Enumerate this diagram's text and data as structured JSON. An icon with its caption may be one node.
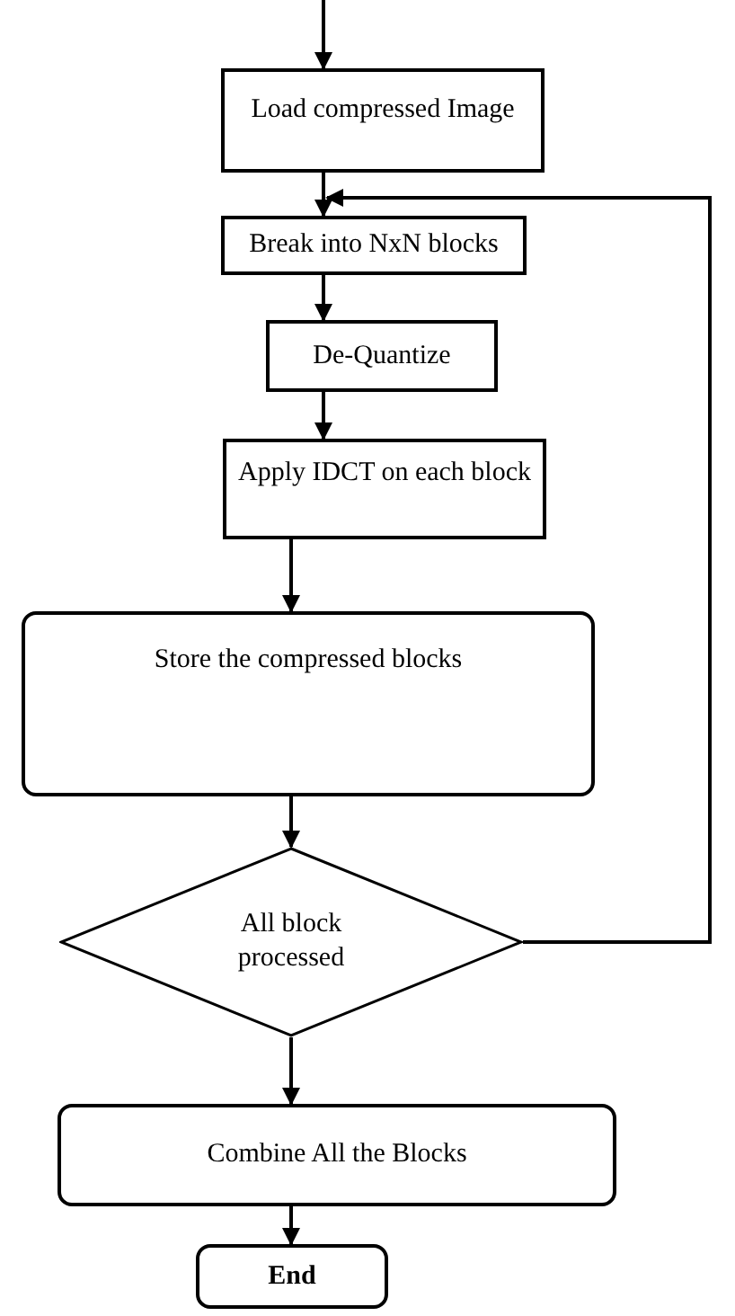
{
  "diagram": {
    "nodes": [
      {
        "text": [
          "Load compressed Image"
        ]
      },
      {
        "text": [
          "Break into NxN blocks"
        ]
      },
      {
        "text": [
          "De-Quantize"
        ]
      },
      {
        "text": [
          "Apply IDCT on each block"
        ]
      },
      {
        "text": [
          "Store the compressed blocks"
        ]
      },
      {
        "text": [
          "All block processed"
        ]
      },
      {
        "text": [
          "Combine All the Blocks"
        ]
      },
      {
        "text": [
          "End"
        ]
      }
    ],
    "edges": [
      {
        "from": null,
        "to": 0,
        "arrow": "to"
      },
      {
        "from": 0,
        "to": 1,
        "arrow": "to"
      },
      {
        "from": 1,
        "to": 2,
        "arrow": "to"
      },
      {
        "from": 2,
        "to": 3,
        "arrow": "to"
      },
      {
        "from": 3,
        "to": 4,
        "arrow": "to"
      },
      {
        "from": 4,
        "to": 5,
        "arrow": "to"
      },
      {
        "from": 5,
        "to": 6,
        "arrow": "to"
      },
      {
        "from": 6,
        "to": 7,
        "arrow": "to"
      },
      {
        "from": 5,
        "to": 1,
        "arrow": "to"
      }
    ]
  }
}
